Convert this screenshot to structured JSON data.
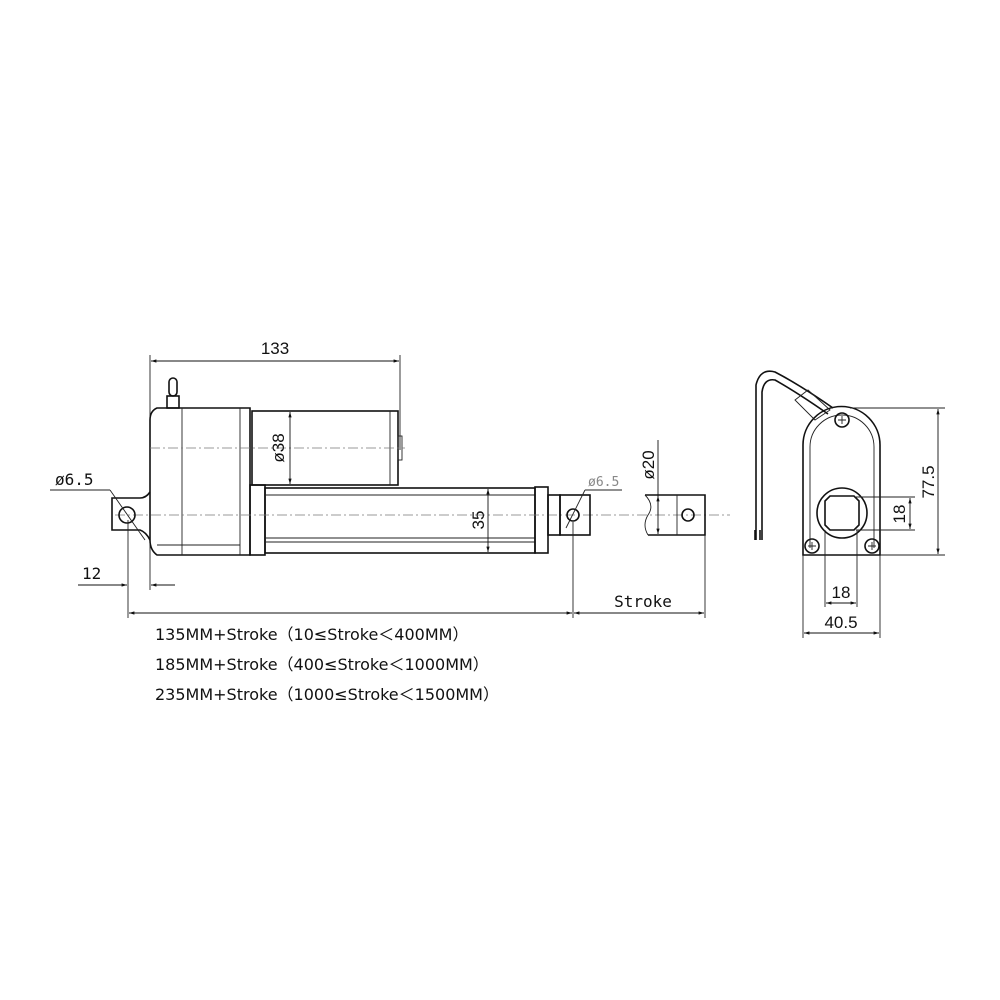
{
  "drawing": {
    "side_view": {
      "overall_length_label": "133",
      "motor_diameter_label": "ø38",
      "tube_height_label": "35",
      "rear_hole_label": "ø6.5",
      "front_hole_label": "ø6.5",
      "rod_diameter_label": "ø20",
      "rear_offset_label": "12",
      "stroke_label": "Stroke"
    },
    "end_view": {
      "height_label": "77.5",
      "hub_height_label": "18",
      "hub_width_label": "18",
      "width_label": "40.5"
    },
    "notes": [
      "135MM+Stroke（10≤Stroke＜400MM）",
      "185MM+Stroke（400≤Stroke＜1000MM）",
      "235MM+Stroke（1000≤Stroke＜1500MM）"
    ]
  }
}
